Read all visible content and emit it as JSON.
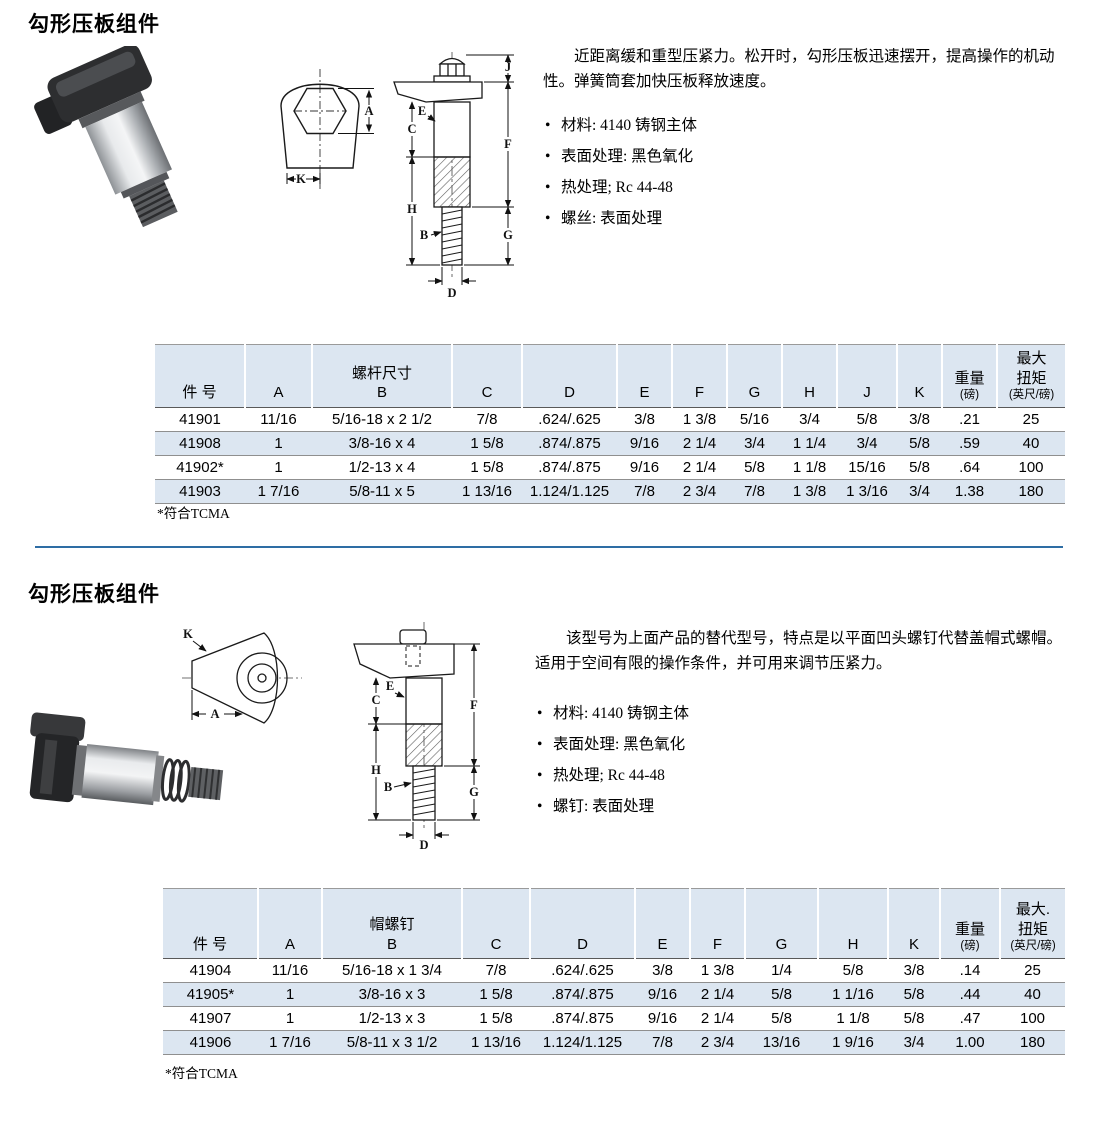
{
  "colors": {
    "table_band": "#dce6f1",
    "divider": "#2e6da4"
  },
  "section1": {
    "title": "勾形压板组件",
    "description": "近距离缓和重型压紧力。松开时，勾形压板迅速摆开，提高操作的机动性。弹簧筒套加快压板释放速度。",
    "bullets": [
      "材料: 4140 铸钢主体",
      "表面处理: 黑色氧化",
      "热处理; Rc 44-48",
      "螺丝: 表面处理"
    ],
    "dims": {
      "A": "A",
      "K": "K",
      "J": "J",
      "F": "F",
      "C": "C",
      "E": "E",
      "B": "B",
      "H": "H",
      "G": "G",
      "D": "D"
    },
    "table": {
      "part_col": "件 号",
      "group_header": "螺杆尺寸",
      "headers": [
        "A",
        "B",
        "C",
        "D",
        "E",
        "F",
        "G",
        "H",
        "J",
        "K"
      ],
      "weight_header": [
        "重量",
        "(磅)"
      ],
      "torque_header": [
        "最大",
        "扭矩",
        "(英尺/磅)"
      ],
      "rows": [
        [
          "41901",
          "11/16",
          "5/16-18 x 2 1/2",
          "7/8",
          ".624/.625",
          "3/8",
          "1 3/8",
          "5/16",
          "3/4",
          "5/8",
          "3/8",
          ".21",
          "25"
        ],
        [
          "41908",
          "1",
          "3/8-16 x 4",
          "1 5/8",
          ".874/.875",
          "9/16",
          "2 1/4",
          "3/4",
          "1 1/4",
          "3/4",
          "5/8",
          ".59",
          "40"
        ],
        [
          "41902*",
          "1",
          "1/2-13 x 4",
          "1 5/8",
          ".874/.875",
          "9/16",
          "2 1/4",
          "5/8",
          "1 1/8",
          "15/16",
          "5/8",
          ".64",
          "100"
        ],
        [
          "41903",
          "1 7/16",
          "5/8-11 x 5",
          "1 13/16",
          "1.124/1.125",
          "7/8",
          "2 3/4",
          "7/8",
          "1 3/8",
          "1 3/16",
          "3/4",
          "1.38",
          "180"
        ]
      ]
    },
    "footnote": "*符合TCMA"
  },
  "section2": {
    "title": "勾形压板组件",
    "description": "该型号为上面产品的替代型号，特点是以平面凹头螺钉代替盖帽式螺帽。适用于空间有限的操作条件，并可用来调节压紧力。",
    "bullets": [
      "材料: 4140 铸钢主体",
      "表面处理: 黑色氧化",
      "热处理; Rc 44-48",
      "螺钉: 表面处理"
    ],
    "dims": {
      "K": "K",
      "A": "A",
      "C": "C",
      "E": "E",
      "F": "F",
      "H": "H",
      "B": "B",
      "G": "G",
      "D": "D"
    },
    "table": {
      "part_col": "件 号",
      "group_header": "帽螺钉",
      "headers": [
        "A",
        "B",
        "C",
        "D",
        "E",
        "F",
        "G",
        "H",
        "K"
      ],
      "weight_header": [
        "重量",
        "(磅)"
      ],
      "torque_header": [
        "最大.",
        "扭矩",
        "(英尺/磅)"
      ],
      "rows": [
        [
          "41904",
          "11/16",
          "5/16-18 x 1 3/4",
          "7/8",
          ".624/.625",
          "3/8",
          "1 3/8",
          "1/4",
          "5/8",
          "3/8",
          ".14",
          "25"
        ],
        [
          "41905*",
          "1",
          "3/8-16 x 3",
          "1 5/8",
          ".874/.875",
          "9/16",
          "2 1/4",
          "5/8",
          "1 1/16",
          "5/8",
          ".44",
          "40"
        ],
        [
          "41907",
          "1",
          "1/2-13 x 3",
          "1 5/8",
          ".874/.875",
          "9/16",
          "2 1/4",
          "5/8",
          "1 1/8",
          "5/8",
          ".47",
          "100"
        ],
        [
          "41906",
          "1 7/16",
          "5/8-11 x 3 1/2",
          "1 13/16",
          "1.124/1.125",
          "7/8",
          "2 3/4",
          "13/16",
          "1 9/16",
          "3/4",
          "1.00",
          "180"
        ]
      ]
    },
    "footnote": "*符合TCMA"
  }
}
